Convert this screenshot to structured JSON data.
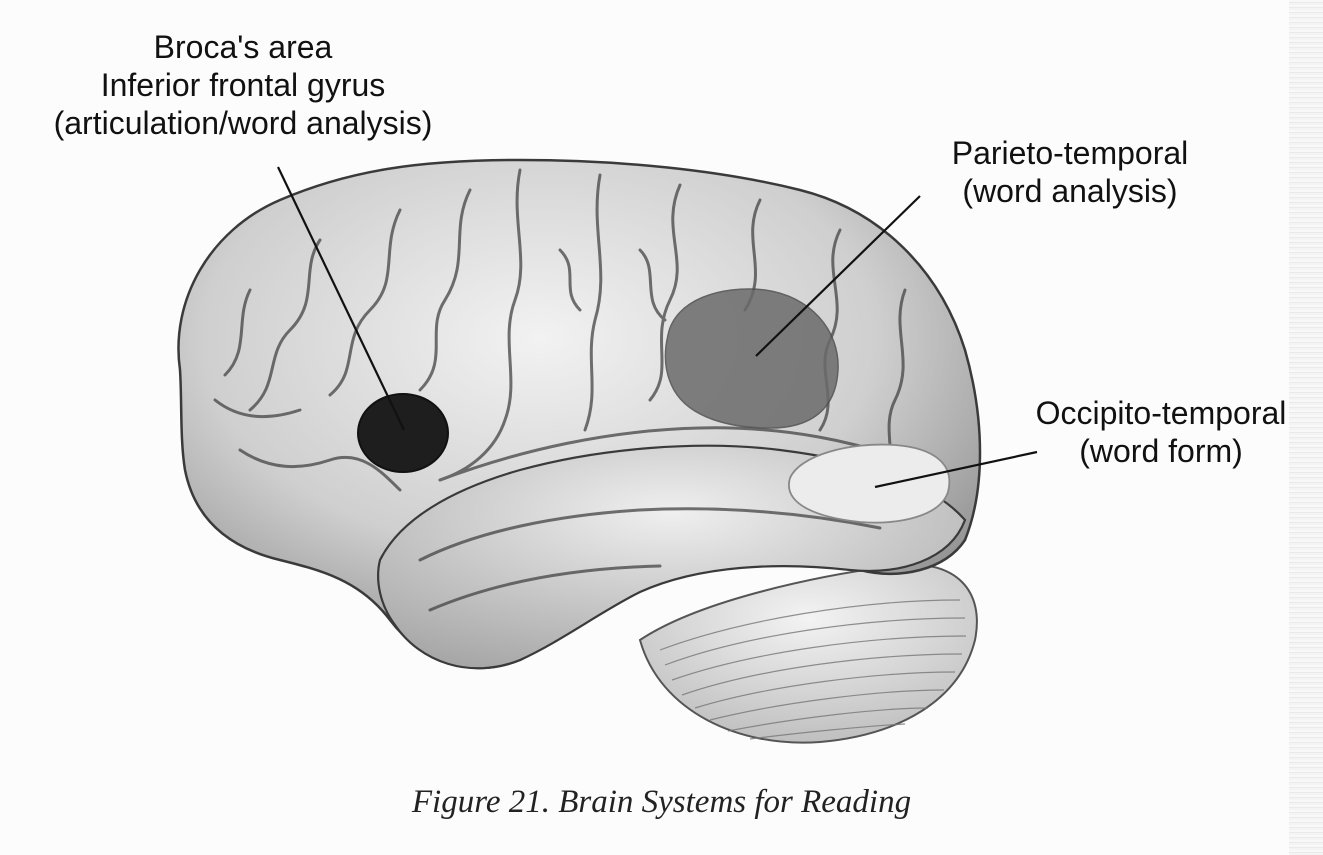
{
  "labels": {
    "broca": {
      "line1": "Broca's area",
      "line2": "Inferior frontal gyrus",
      "line3": "(articulation/word analysis)"
    },
    "parieto_temporal": {
      "line1": "Parieto-temporal",
      "line2": "(word analysis)"
    },
    "occipito_temporal": {
      "line1": "Occipito-temporal",
      "line2": "(word form)"
    }
  },
  "caption": "Figure 21. Brain Systems for Reading",
  "colors": {
    "broca_region": "#1e1e1e",
    "parieto_region": "#6b6b6b",
    "occipito_region": "#ececec",
    "brain_base": "#c9c9c9",
    "cerebellum": "#d8d8d8"
  }
}
